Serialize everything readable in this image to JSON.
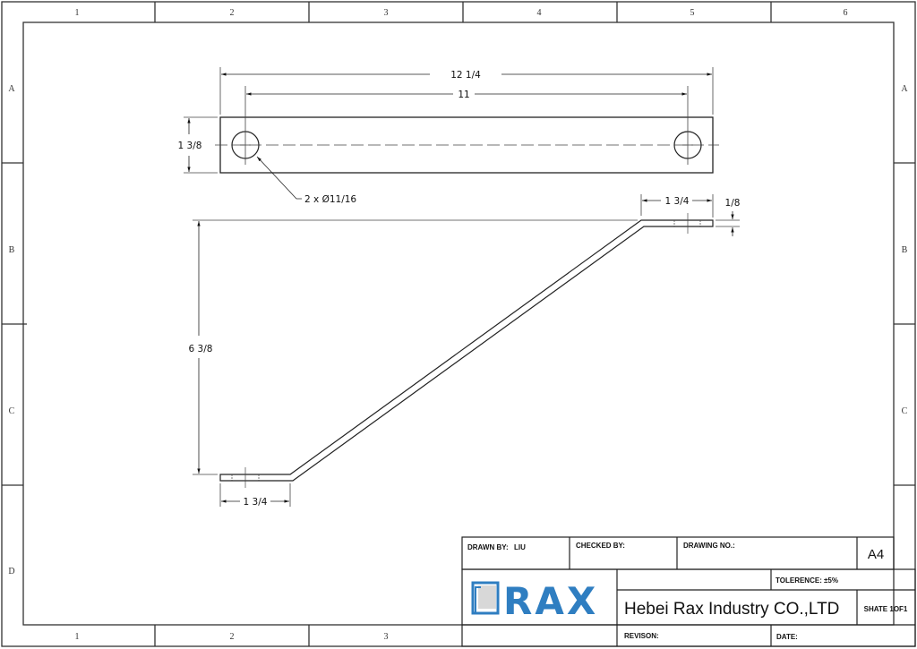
{
  "drawing": {
    "zones": {
      "columns_top": [
        "1",
        "2",
        "3",
        "4",
        "5",
        "6"
      ],
      "columns_bottom": [
        "1",
        "2",
        "3"
      ],
      "rows_left": [
        "A",
        "B",
        "C",
        "D"
      ],
      "rows_right": [
        "A",
        "B",
        "C"
      ]
    },
    "top_view": {
      "overall_length": "12 1/4",
      "hole_spacing": "11",
      "width": "1 3/8",
      "hole_callout": "2 x Ø11/16"
    },
    "side_view": {
      "rise": "6 3/8",
      "top_flange_length": "1 3/4",
      "bottom_flange_length": "1 3/4",
      "thickness": "1/8"
    }
  },
  "title_block": {
    "drawn_by_label": "DRAWN BY:",
    "drawn_by_value": "LIU",
    "checked_by_label": "CHECKED BY:",
    "drawing_no_label": "DRAWING NO.:",
    "paper_size": "A4",
    "tolerance_label": "TOLERENCE:",
    "tolerance_value": "±5%",
    "logo_text": "RAX",
    "company": "Hebei Rax Industry CO.,LTD",
    "sheet": "SHATE 1OF1",
    "revision_label": "REVISON:",
    "date_label": "DATE:",
    "brand_color": "#2f7ec1"
  }
}
